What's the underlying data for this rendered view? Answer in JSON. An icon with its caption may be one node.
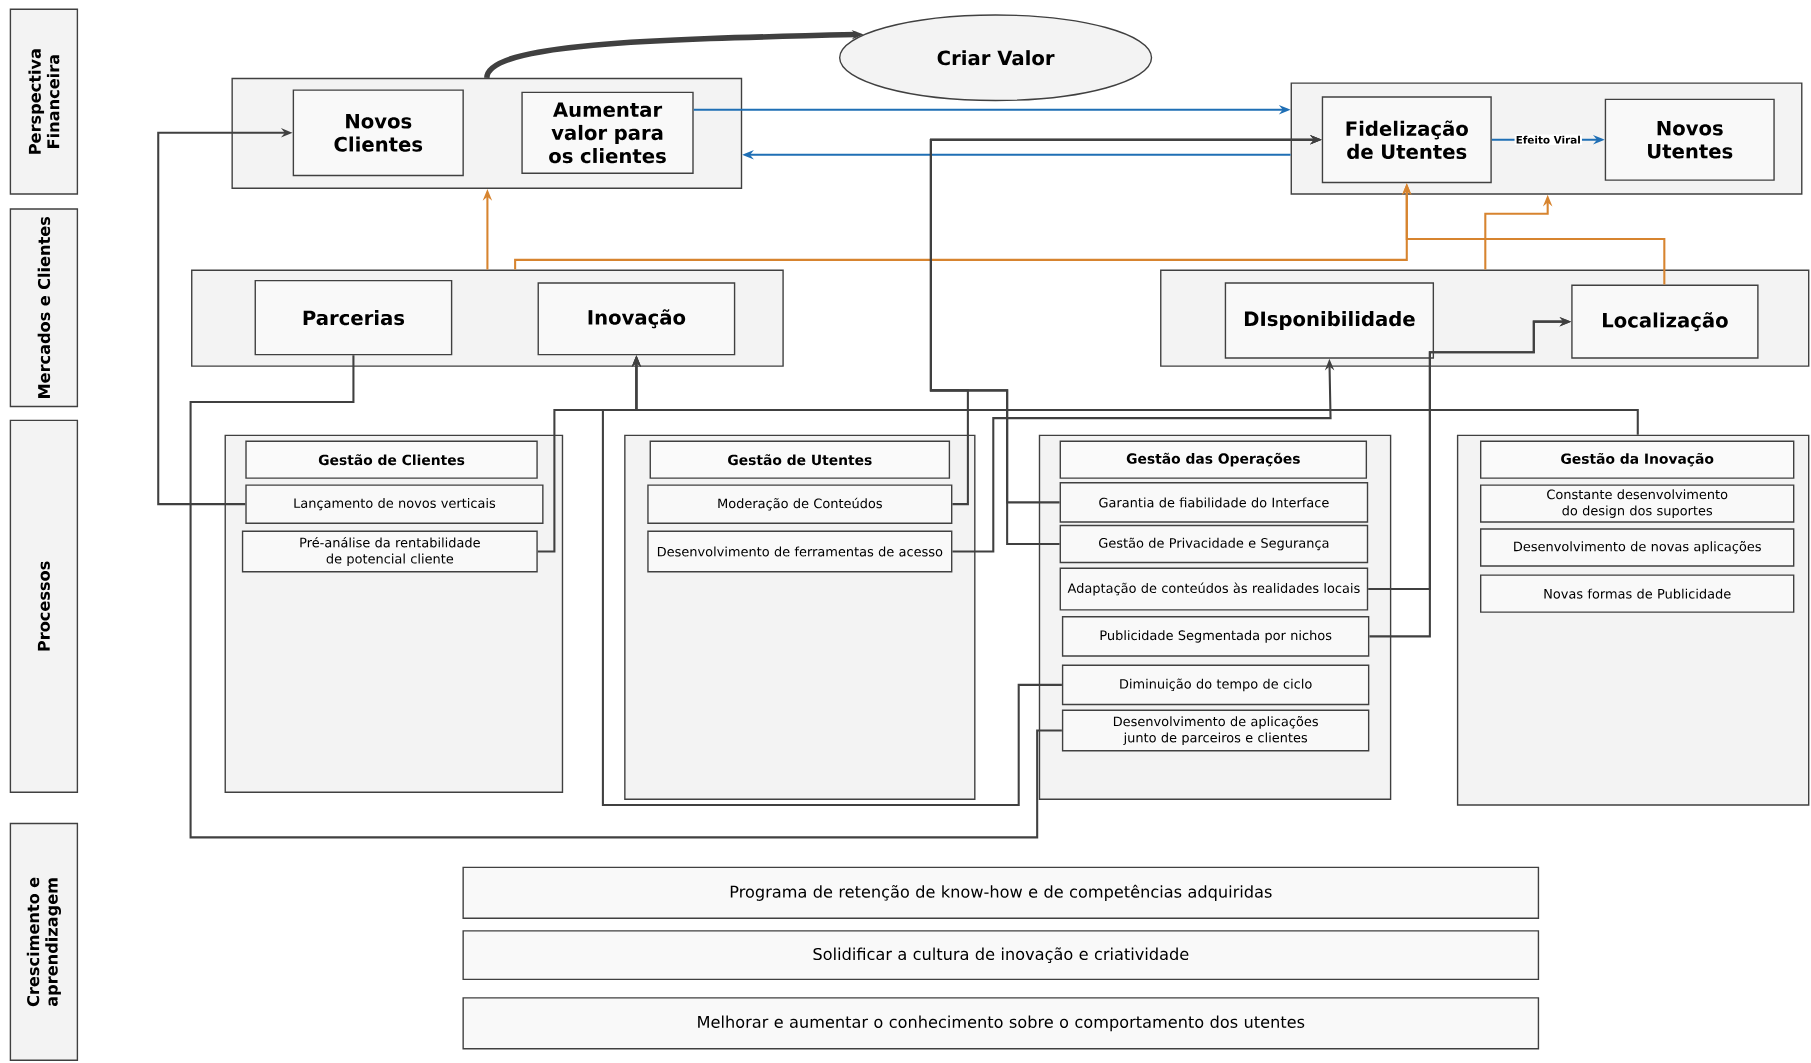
{
  "diagram": {
    "nodes": [
      {
        "text": [
          "Perspectiva Financeira"
        ]
      },
      {
        "text": [
          "Mercados e Clientes"
        ]
      },
      {
        "text": [
          "Processos"
        ]
      },
      {
        "text": [
          "Crescimento e aprendizagem"
        ]
      },
      {
        "text": [],
        "shape": "box"
      },
      {
        "text": [
          "Novos Clientes"
        ],
        "in": 4
      },
      {
        "text": [
          "Aumentar valor para os clientes"
        ],
        "in": 4
      },
      {
        "text": [
          "Criar Valor"
        ]
      },
      {
        "text": [],
        "shape": "box"
      },
      {
        "text": [
          "Fidelização de Utentes"
        ],
        "in": 8
      },
      {
        "text": [
          "Novos Utentes"
        ],
        "in": 8
      },
      {
        "text": [],
        "shape": "box"
      },
      {
        "text": [
          "Parcerias"
        ],
        "in": 11
      },
      {
        "text": [
          "Inovação"
        ],
        "in": 11
      },
      {
        "text": [],
        "shape": "box"
      },
      {
        "text": [
          "DIsponibilidade"
        ],
        "in": 14
      },
      {
        "text": [
          "Localização"
        ],
        "in": 14
      },
      {
        "text": [
          "Gestão de Clientes"
        ]
      },
      {
        "text": [
          "Lançamento de novos verticais"
        ],
        "in": 17
      },
      {
        "text": [
          "Pré-análise da rentabilidade de potencial cliente"
        ],
        "in": 17
      },
      {
        "text": [
          "Gestão de Utentes"
        ]
      },
      {
        "text": [
          "Moderação de Conteúdos"
        ],
        "in": 20
      },
      {
        "text": [
          "Desenvolvimento de ferramentas de acesso"
        ],
        "in": 20
      },
      {
        "text": [
          "Gestão das Operações"
        ]
      },
      {
        "text": [
          "Garantia de fiabilidade do Interface"
        ],
        "in": 23
      },
      {
        "text": [
          "Gestão de Privacidade e Segurança"
        ],
        "in": 23
      },
      {
        "text": [
          "Adaptação de conteúdos às realidades locais"
        ],
        "in": 23
      },
      {
        "text": [
          "Publicidade Segmentada por nichos"
        ],
        "in": 23
      },
      {
        "text": [
          "Diminuição do tempo de ciclo"
        ],
        "in": 23
      },
      {
        "text": [
          "Desenvolvimento de aplicações junto de parceiros e clientes"
        ],
        "in": 23
      },
      {
        "text": [
          "Gestão da Inovação"
        ]
      },
      {
        "text": [
          "Constante desenvolvimento do design dos suportes"
        ],
        "in": 30
      },
      {
        "text": [
          "Desenvolvimento de novas aplicações"
        ],
        "in": 30
      },
      {
        "text": [
          "Novas formas de Publicidade"
        ],
        "in": 30
      },
      {
        "text": [
          "Programa de retenção de know-how e de competências adquiridas"
        ]
      },
      {
        "text": [
          "Solidificar a cultura de inovação e criatividade"
        ]
      },
      {
        "text": [
          "Melhorar e aumentar o conhecimento sobre o comportamento dos utentes"
        ]
      }
    ],
    "edges": [
      {
        "from": 4,
        "to": 7,
        "arrow": "to",
        "style": "thick"
      },
      {
        "from": 6,
        "to": 8,
        "arrow": "to",
        "color": "#1f6fb5"
      },
      {
        "from": 8,
        "to": 4,
        "arrow": "to",
        "color": "#1f6fb5"
      },
      {
        "from": 9,
        "to": 10,
        "arrow": "to",
        "label": "Efeito Viral",
        "color": "#1f6fb5"
      },
      {
        "from": 11,
        "to": 4,
        "arrow": "to",
        "color": "#d7842f"
      },
      {
        "from": 11,
        "to": 9,
        "arrow": "to",
        "color": "#d7842f"
      },
      {
        "from": 16,
        "to": 9,
        "arrow": "to",
        "color": "#d7842f"
      },
      {
        "from": 14,
        "to": 8,
        "arrow": "to",
        "color": "#d7842f"
      },
      {
        "from": 18,
        "to": 5,
        "arrow": "to"
      },
      {
        "from": 19,
        "to": 13,
        "arrow": "to"
      },
      {
        "from": 12,
        "to": 29,
        "arrow": "none"
      },
      {
        "from": 28,
        "to": 13,
        "arrow": "to"
      },
      {
        "from": 30,
        "to": 13,
        "arrow": "to"
      },
      {
        "from": 21,
        "to": 9,
        "arrow": "to"
      },
      {
        "from": 24,
        "to": 9,
        "arrow": "to"
      },
      {
        "from": 25,
        "to": 9,
        "arrow": "to"
      },
      {
        "from": 22,
        "to": 15,
        "arrow": "to"
      },
      {
        "from": 26,
        "to": 16,
        "arrow": "to"
      },
      {
        "from": 27,
        "to": 16,
        "arrow": "to"
      }
    ]
  }
}
